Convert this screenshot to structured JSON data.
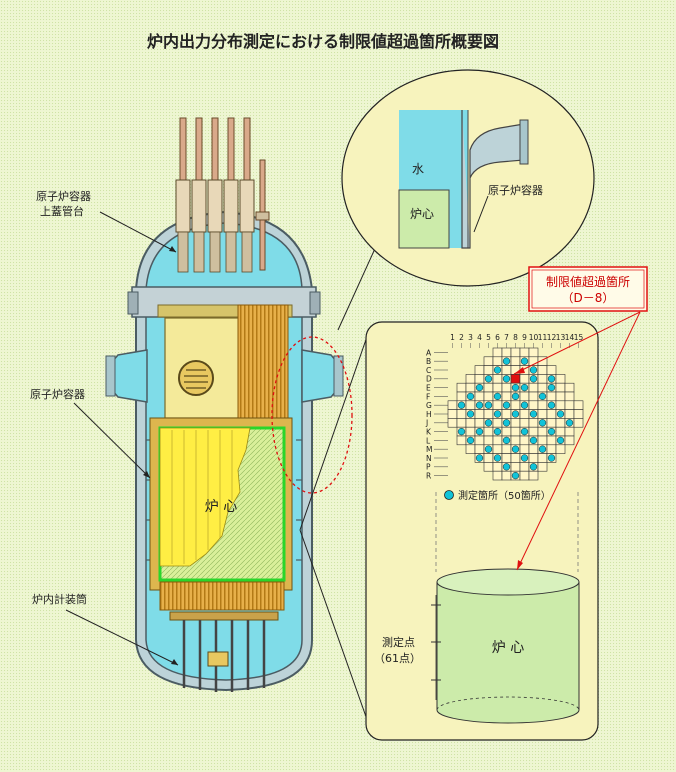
{
  "title": "炉内出力分布測定における制限値超過箇所概要図",
  "labels": {
    "upper_head_line1": "原子炉容器",
    "upper_head_line2": "上蓋管台",
    "vessel": "原子炉容器",
    "incore_tube": "炉内計装筒",
    "core_main": "炉 心"
  },
  "inset_top": {
    "water": "水",
    "core": "炉心",
    "vessel": "原子炉容器"
  },
  "callout": {
    "line1": "制限値超過箇所",
    "line2": "（D－8）"
  },
  "grid": {
    "col_labels": [
      "1",
      "2",
      "3",
      "4",
      "5",
      "6",
      "7",
      "8",
      "9",
      "10",
      "11",
      "12",
      "13",
      "14",
      "15"
    ],
    "row_labels": [
      "A",
      "B",
      "C",
      "D",
      "E",
      "F",
      "G",
      "H",
      "J",
      "K",
      "L",
      "M",
      "N",
      "P",
      "R"
    ],
    "legend": "測定箇所（50箇所）",
    "exceed_cell": "D-8",
    "measured_cells": [
      "B-7",
      "B-9",
      "C-6",
      "C-10",
      "D-5",
      "D-7",
      "D-10",
      "D-12",
      "E-4",
      "E-8",
      "E-9",
      "E-12",
      "F-3",
      "F-6",
      "F-8",
      "F-11",
      "G-2",
      "G-4",
      "G-5",
      "G-7",
      "G-9",
      "G-12",
      "H-3",
      "H-6",
      "H-8",
      "H-10",
      "H-13",
      "J-5",
      "J-7",
      "J-11",
      "J-14",
      "K-2",
      "K-4",
      "K-6",
      "K-9",
      "K-12",
      "L-3",
      "L-7",
      "L-10",
      "L-13",
      "M-5",
      "M-8",
      "M-11",
      "N-4",
      "N-6",
      "N-9",
      "N-12",
      "P-7",
      "P-10",
      "R-8"
    ]
  },
  "core_cylinder": {
    "label": "炉 心",
    "points_line1": "測定点",
    "points_line2": "（61点）"
  },
  "colors": {
    "water": "#7fdce8",
    "fuel": "#ffee44",
    "core_green": "#ccebaa",
    "core_border": "#2ad62a",
    "exceed": "#e01010",
    "measure": "#11c3d8",
    "callout_border": "#e01010",
    "callout_text": "#cc0000"
  }
}
